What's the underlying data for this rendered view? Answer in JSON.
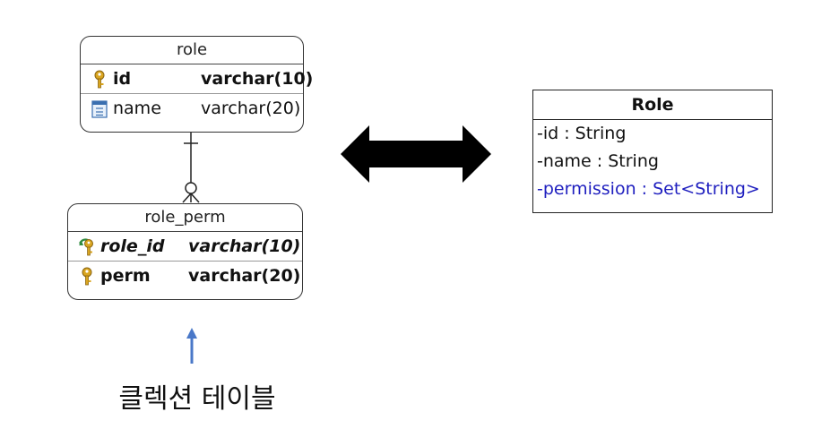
{
  "role_table": {
    "title": "role",
    "rows": [
      {
        "name": "id",
        "type": "varchar(10)",
        "icon": "primary-key-icon"
      },
      {
        "name": "name",
        "type": "varchar(20)",
        "icon": "column-icon"
      }
    ]
  },
  "role_perm_table": {
    "title": "role_perm",
    "rows": [
      {
        "name": "role_id",
        "type": "varchar(10)",
        "icon": "foreign-primary-key-icon"
      },
      {
        "name": "perm",
        "type": "varchar(20)",
        "icon": "primary-key-icon"
      }
    ]
  },
  "uml_class": {
    "title": "Role",
    "attributes": [
      "-id : String",
      "-name : String",
      "-permission : Set<String>"
    ],
    "highlight_color": "#1f1fbf"
  },
  "caption": "클렉션 테이블",
  "colors": {
    "arrow": "#000000",
    "up_arrow": "#4a78c8",
    "key_gold": "#d9a520"
  }
}
